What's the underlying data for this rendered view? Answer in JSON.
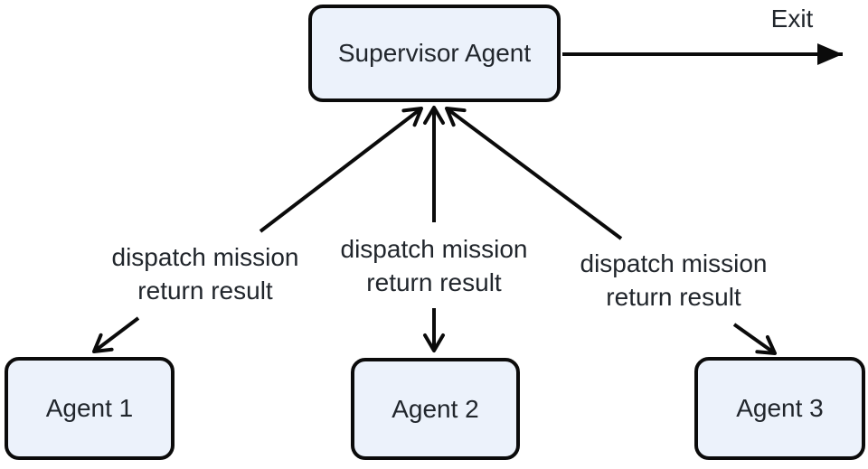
{
  "diagram": {
    "type": "flowchart",
    "background": "#ffffff",
    "colors": {
      "node_fill": "#ecf2fb",
      "node_border": "#0b0b0b",
      "edge_line": "#0b0b0b",
      "text": "#21262c"
    },
    "nodes": {
      "supervisor": {
        "label": "Supervisor Agent"
      },
      "agent1": {
        "label": "Agent 1"
      },
      "agent2": {
        "label": "Agent 2"
      },
      "agent3": {
        "label": "Agent 3"
      }
    },
    "edges": {
      "exit": {
        "label": "Exit",
        "from": "supervisor",
        "direction": "right",
        "arrowhead": "solid-triangle"
      },
      "supervisor_agent1": {
        "line1": "dispatch mission",
        "line2": "return result",
        "bidirectional": true,
        "arrowhead": "vee"
      },
      "supervisor_agent2": {
        "line1": "dispatch mission",
        "line2": "return result",
        "bidirectional": true,
        "arrowhead": "vee"
      },
      "supervisor_agent3": {
        "line1": "dispatch mission",
        "line2": "return result",
        "bidirectional": true,
        "arrowhead": "vee"
      }
    }
  }
}
